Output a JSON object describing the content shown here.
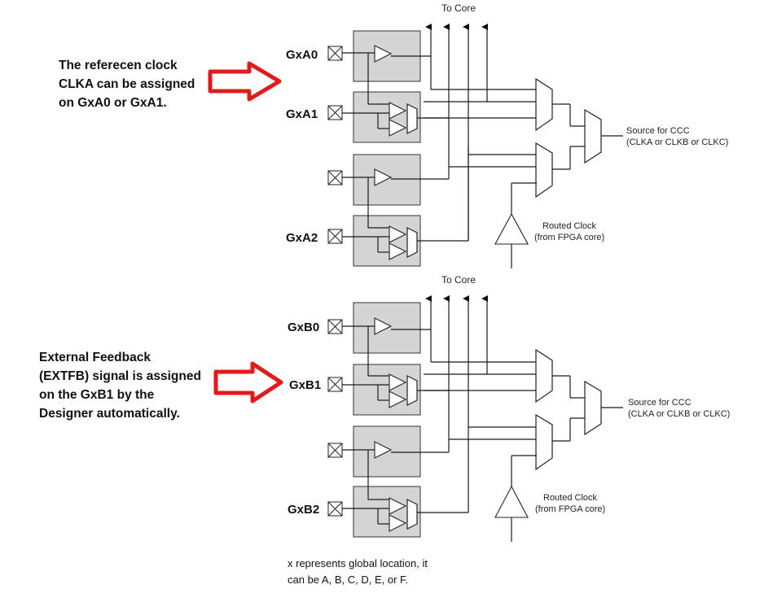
{
  "arrow_color": "#e01b1b",
  "icons": {
    "pad": "pad-x-icon",
    "arrow": "red-arrow-icon"
  },
  "group_a": {
    "to_core": "To Core",
    "pins": [
      "GxA0",
      "GxA1",
      "GxA2"
    ],
    "source": [
      "Source for CCC",
      "(CLKA or CLKB or CLKC)"
    ],
    "routed": [
      "Routed Clock",
      "(from FPGA core)"
    ]
  },
  "group_b": {
    "to_core": "To Core",
    "pins": [
      "GxB0",
      "GxB1",
      "GxB2"
    ],
    "source": [
      "Source for CCC",
      "(CLKA or CLKB or CLKC)"
    ],
    "routed": [
      "Routed Clock",
      "(from FPGA core)"
    ]
  },
  "note_a": [
    "The referecen clock",
    "CLKA can be assigned",
    "on GxA0 or GxA1."
  ],
  "note_b": [
    "External Feedback",
    "(EXTFB) signal is assigned",
    "on the GxB1 by the",
    "Designer automatically."
  ],
  "footnote": [
    "x represents global location, it",
    "can be A, B, C, D, E, or F."
  ]
}
